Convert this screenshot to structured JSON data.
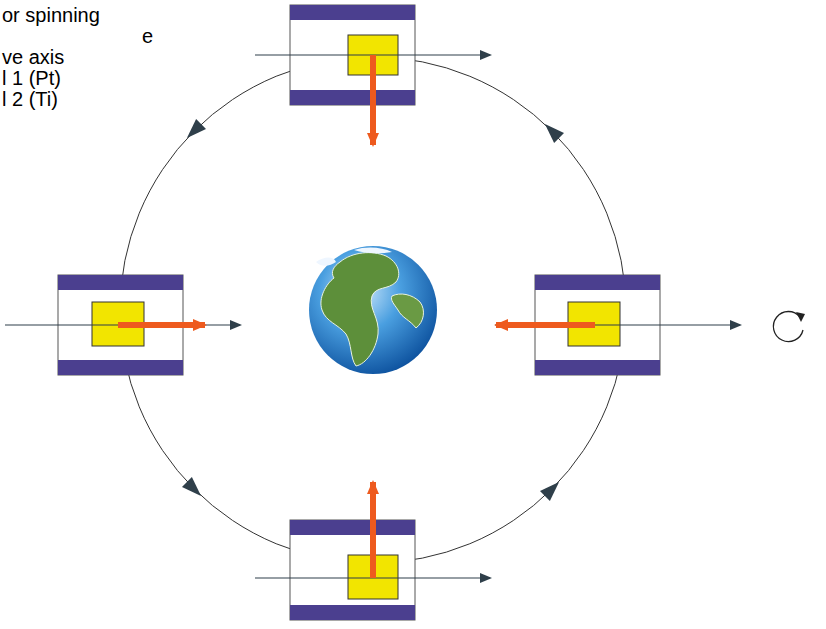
{
  "diagram": {
    "labels": [
      "or spinning",
      "e",
      "ve axis",
      "l 1 (Pt)",
      "l 2 (Ti)"
    ]
  }
}
